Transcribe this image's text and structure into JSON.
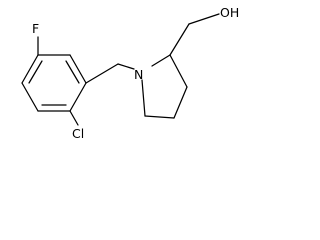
{
  "molecule": {
    "atoms": {
      "fluorine": "F",
      "nitrogen": "N",
      "hydroxyl": "OH",
      "chlorine": "Cl"
    },
    "colors": {
      "bond": "#000000",
      "label": "#000000",
      "background": "#ffffff"
    }
  }
}
